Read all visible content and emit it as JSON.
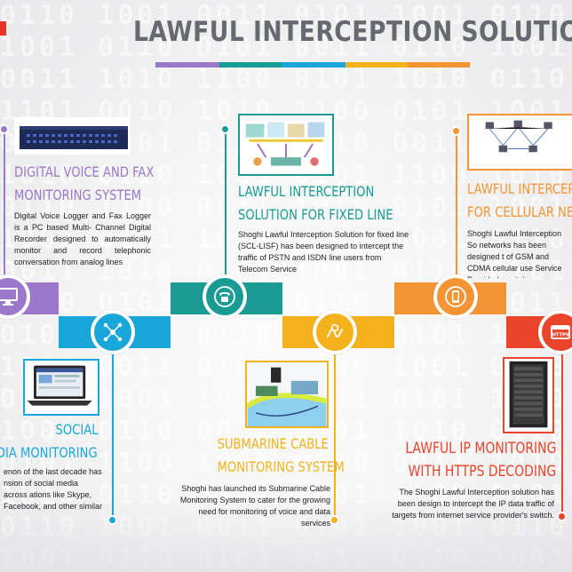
{
  "title": "LAWFUL INTERCEPTION SOLUTION",
  "colors": {
    "purple": "#9b78c9",
    "teal": "#1a9b93",
    "blue": "#19a7da",
    "yellow": "#f3b21c",
    "orange": "#f59435",
    "red": "#e8452b",
    "title_gray": "#666a70"
  },
  "sections": {
    "voice": {
      "heading_1": "DIGITAL VOICE AND FAX",
      "heading_2": "MONITORING SYSTEM",
      "description": "Digital Voice Logger and Fax Logger is a PC based Multi- Channel Digital Recorder designed to automatically monitor and record telephonic conversation from analog lines",
      "icon": "desktop-monitor-icon"
    },
    "fixed": {
      "heading_1": "LAWFUL INTERCEPTION",
      "heading_2": "SOLUTION FOR FIXED LINE",
      "description": "Shoghi Lawful Interception Solution for fixed line (SCL-LISF) has been designed to intercept the traffic of PSTN and ISDN line users from Telecom Service",
      "icon": "telephone-icon"
    },
    "cellular": {
      "heading_1": "LAWFUL INTERCEPTIO",
      "heading_2": "FOR CELLULAR NETW",
      "description": "Shoghi Lawful Interception So networks has been designed t of GSM and CDMA cellular use Service Provider's switch.",
      "icon": "mobile-phone-icon"
    },
    "social": {
      "heading_1": "SOCIAL",
      "heading_2": "MEDIA MONITORING",
      "description": "enon of the last decade has nsion of social media across ations like Skype, Facebook, and other similar applications",
      "icon": "network-nodes-icon"
    },
    "submarine": {
      "heading_1": "SUBMARINE CABLE",
      "heading_2": "MONITORING SYSTEM",
      "description": "Shoghi has launched its Submarine Cable Monitoring System to cater for the growing need for monitoring of voice and data services",
      "icon": "cable-coil-icon"
    },
    "ip": {
      "heading_1": "LAWFUL IP MONITORING",
      "heading_2": "WITH HTTPS DECODING",
      "description": "The Shoghi Lawful Interception solution has been design to intercept the IP data traffic of targets from internet service provider's switch.",
      "icon": "https-browser-icon",
      "icon_label": "HTTPS"
    }
  }
}
